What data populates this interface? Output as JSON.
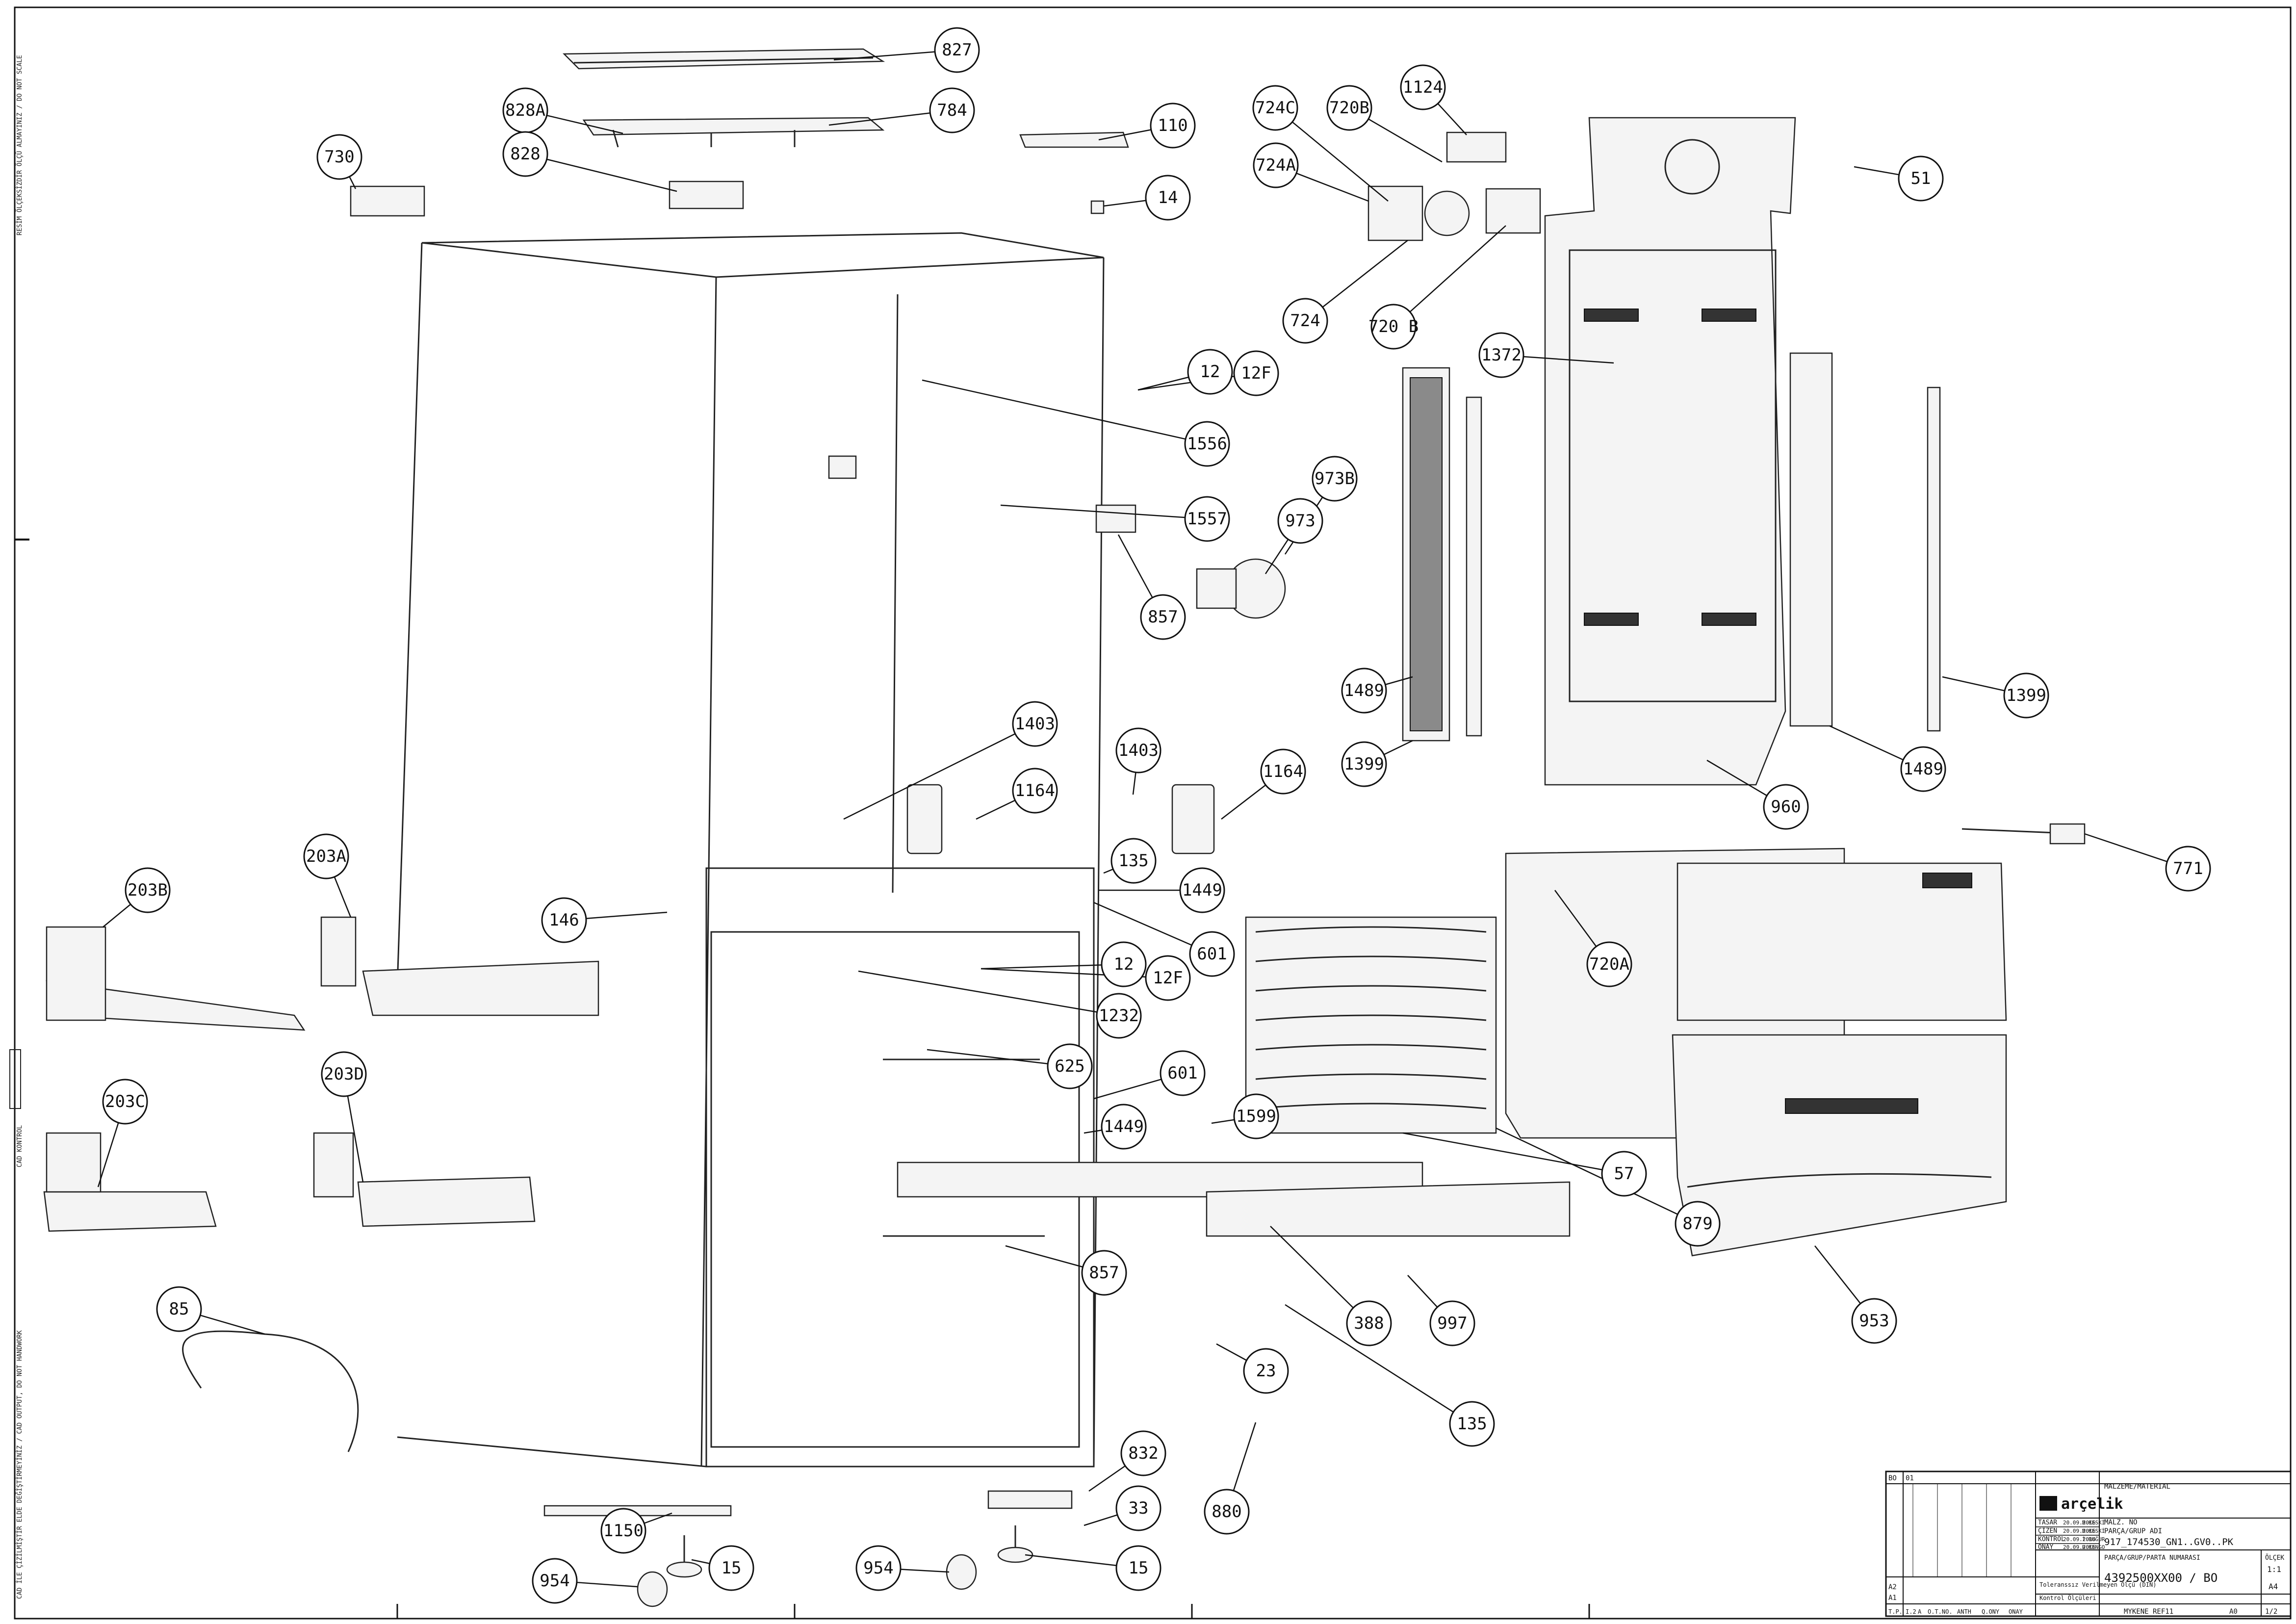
{
  "margin": {
    "top_note": "RESİM ÖLÇEKSİZDİR ÖLÇÜ ALMAYINIZ / DO NOT SCALE",
    "middle_note": "CAD KONTROL",
    "bottom_note": "CAD İLE ÇİZİLMİŞTİR ELDE DEĞİŞTİRMEYİNİZ / CAD OUTPUT, DO NOT HANDWORK"
  },
  "part_labels": [
    "827",
    "828A",
    "784",
    "828",
    "730",
    "110",
    "14",
    "724C",
    "720B",
    "724A",
    "1124",
    "724",
    "720 B",
    "51",
    "1372",
    "12",
    "12F",
    "1556",
    "1557",
    "973B",
    "973",
    "857",
    "1489",
    "1399",
    "1399",
    "1489",
    "960",
    "1403",
    "1164",
    "1403",
    "1164",
    "135",
    "203A",
    "203B",
    "146",
    "1449",
    "601",
    "12",
    "12F",
    "1232",
    "625",
    "601",
    "1449",
    "1599",
    "771",
    "720A",
    "203D",
    "203C",
    "57",
    "879",
    "857",
    "85",
    "388",
    "997",
    "23",
    "135",
    "953",
    "832",
    "33",
    "880",
    "1150",
    "954",
    "15",
    "954",
    "15"
  ],
  "title_block": {
    "logo": "arçelik",
    "rev_cell_1": "BO",
    "rev_cell_2": "01",
    "material_header": "MALZEME/MATERIAL",
    "material_no_label": "MALZ. NO",
    "part_group_label": "PARÇA/GRUP ADI",
    "part_name": "917_174530_GN1..GV0..PK",
    "part_number_label": "PARÇA/GRUP/PARTA NUMARASI",
    "part_number": "4392500XX00 / BO",
    "scale_label": "ÖLÇEK",
    "scale_value": "1:1",
    "sheet_label": "A4",
    "date_rows": [
      {
        "role": "TASAR",
        "date": "20.09.2016",
        "name": "M.KESKİ"
      },
      {
        "role": "ÇİZEN",
        "date": "20.09.2016",
        "name": "M.KESKİ"
      },
      {
        "role": "KONTROL",
        "date": "20.09.2016",
        "name": "İ.BUĞUR"
      },
      {
        "role": "ONAY",
        "date": "20.09.2016",
        "name": "H.KENGO"
      }
    ],
    "tolerance_label": "Toleranssız Verilmeyen Ölçü (DIN)",
    "control_label": "Kontrol Ölçüleri",
    "footer_code": "MYKENE REF11",
    "footer_sheet": "A0",
    "footer_total": "1/2",
    "left_rev_labels": [
      "A2",
      "A1"
    ],
    "left_codes": [
      "T.P.",
      "I.2",
      "A",
      "O.T.NO.",
      "ANTH",
      "Q.ONY",
      "ONAY"
    ]
  }
}
